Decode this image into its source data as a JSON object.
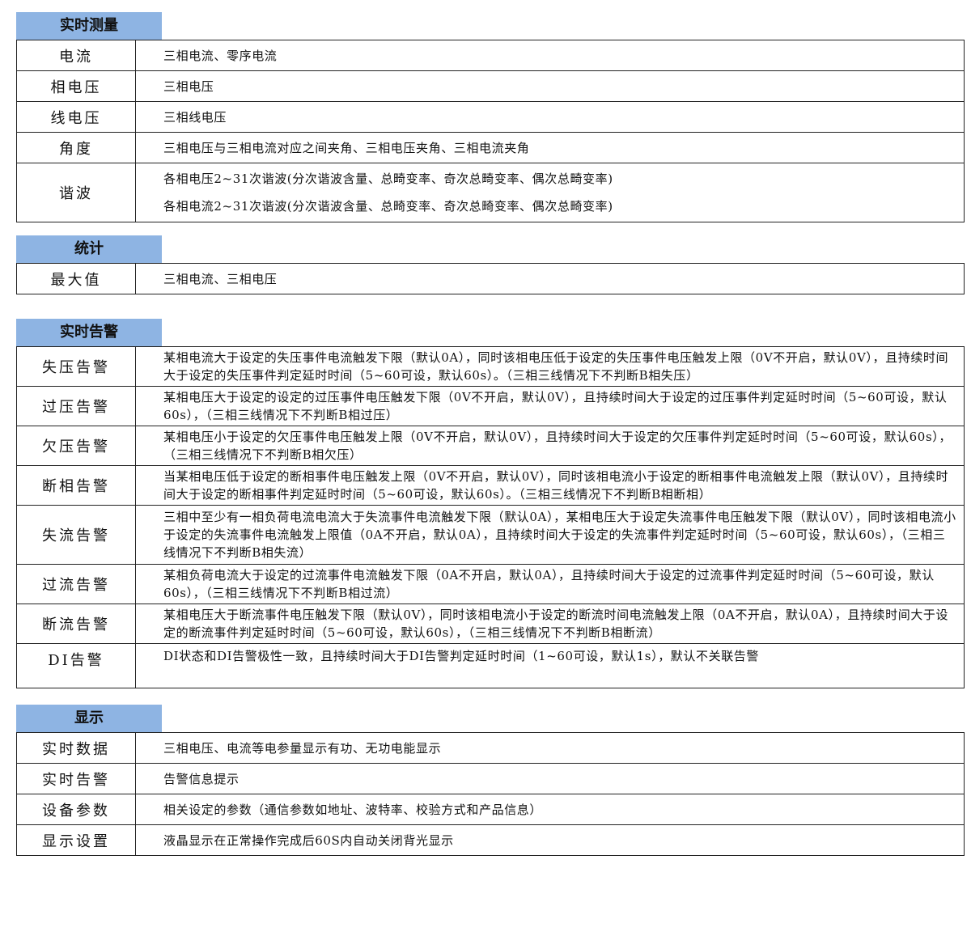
{
  "sections": {
    "measure": {
      "title": "实时测量",
      "rows": [
        {
          "label": "电流",
          "value": "三相电流、零序电流"
        },
        {
          "label": "相电压",
          "value": "三相电压"
        },
        {
          "label": "线电压",
          "value": "三相线电压"
        },
        {
          "label": "角度",
          "value": "三相电压与三相电流对应之间夹角、三相电压夹角、三相电流夹角"
        },
        {
          "label": "谐波",
          "values": [
            "各相电压2~31次谐波(分次谐波含量、总畸变率、奇次总畸变率、偶次总畸变率)",
            "各相电流2~31次谐波(分次谐波含量、总畸变率、奇次总畸变率、偶次总畸变率)"
          ]
        }
      ]
    },
    "stats": {
      "title": "统计",
      "rows": [
        {
          "label": "最大值",
          "value": "三相电流、三相电压"
        }
      ]
    },
    "alarm": {
      "title": "实时告警",
      "rows": [
        {
          "label": "失压告警",
          "value": "某相电流大于设定的失压事件电流触发下限（默认0A），同时该相电压低于设定的失压事件电压触发上限（0V不开启，默认0V），且持续时间大于设定的失压事件判定延时时间（5~60可设，默认60s）。（三相三线情况下不判断B相失压）"
        },
        {
          "label": "过压告警",
          "value": "某相电压大于设定的设定的过压事件电压触发下限（0V不开启，默认0V），且持续时间大于设定的过压事件判定延时时间（5~60可设，默认60s），（三相三线情况下不判断B相过压）"
        },
        {
          "label": "欠压告警",
          "value": "某相电压小于设定的欠压事件电压触发上限（0V不开启，默认0V），且持续时间大于设定的欠压事件判定延时时间（5~60可设，默认60s），（三相三线情况下不判断B相欠压）"
        },
        {
          "label": "断相告警",
          "value": "当某相电压低于设定的断相事件电压触发上限（0V不开启，默认0V），同时该相电流小于设定的断相事件电流触发上限（默认0V），且持续时间大于设定的断相事件判定延时时间（5~60可设，默认60s）。（三相三线情况下不判断B相断相）"
        },
        {
          "label": "失流告警",
          "value": "三相中至少有一相负荷电流电流大于失流事件电流触发下限（默认0A），某相电压大于设定失流事件电压触发下限（默认0V），同时该相电流小于设定的失流事件电流触发上限值（0A不开启，默认0A），且持续时间大于设定的失流事件判定延时时间（5~60可设，默认60s），（三相三线情况下不判断B相失流）"
        },
        {
          "label": "过流告警",
          "value": "某相负荷电流大于设定的过流事件电流触发下限（0A不开启，默认0A），且持续时间大于设定的过流事件判定延时时间（5~60可设，默认60s），（三相三线情况下不判断B相过流）"
        },
        {
          "label": "断流告警",
          "value": "某相电压大于断流事件电压触发下限（默认0V），同时该相电流小于设定的断流时间电流触发上限（0A不开启，默认0A），且持续时间大于设定的断流事件判定延时时间（5~60可设，默认60s），（三相三线情况下不判断B相断流）"
        },
        {
          "label": "DI告警",
          "value": "DI状态和DI告警极性一致，且持续时间大于DI告警判定延时时间（1~60可设，默认1s），默认不关联告警"
        }
      ]
    },
    "display": {
      "title": "显示",
      "rows": [
        {
          "label": "实时数据",
          "value": "三相电压、电流等电参量显示有功、无功电能显示"
        },
        {
          "label": "实时告警",
          "value": "告警信息提示"
        },
        {
          "label": "设备参数",
          "value": "相关设定的参数（通信参数如地址、波特率、校验方式和产品信息）"
        },
        {
          "label": "显示设置",
          "value": "液晶显示在正常操作完成后60S内自动关闭背光显示"
        }
      ]
    }
  }
}
